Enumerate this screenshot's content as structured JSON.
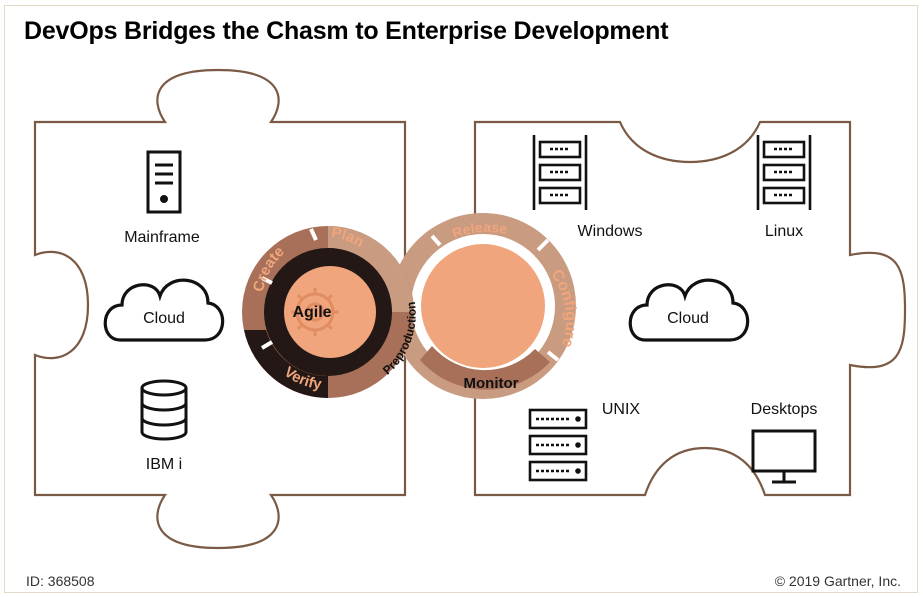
{
  "title": "DevOps Bridges the Chasm to Enterprise Development",
  "footer": {
    "id": "ID: 368508",
    "copyright": "© 2019 Gartner, Inc."
  },
  "left_piece": {
    "items": [
      {
        "label": "Mainframe",
        "icon": "server-tower-icon"
      },
      {
        "label": "Cloud",
        "icon": "cloud-icon"
      },
      {
        "label": "IBM i",
        "icon": "database-icon"
      }
    ]
  },
  "right_piece": {
    "items": [
      {
        "label": "Windows",
        "icon": "server-rack-icon"
      },
      {
        "label": "Linux",
        "icon": "server-rack-icon"
      },
      {
        "label": "Cloud",
        "icon": "cloud-icon"
      },
      {
        "label": "UNIX",
        "icon": "server-stack-icon"
      },
      {
        "label": "Desktops",
        "icon": "monitor-icon"
      }
    ]
  },
  "agile_cycle": {
    "center": "Agile",
    "center_icon": "gear-icon",
    "stages": [
      "Plan",
      "Create",
      "Verify",
      "Preproduction"
    ]
  },
  "ops_cycle": {
    "stages": [
      "Release",
      "Configure",
      "Monitor"
    ]
  },
  "colors": {
    "outline": "#7a5a44",
    "dark": "#231815",
    "copper": "#a87058",
    "light_copper": "#c99b80",
    "peach": "#f0a57c"
  }
}
